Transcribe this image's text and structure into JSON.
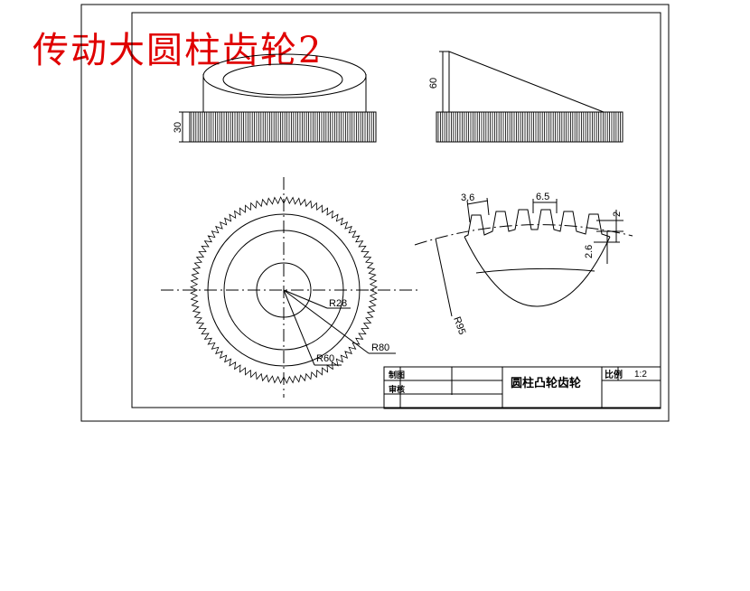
{
  "title": "传动大圆柱齿轮2",
  "labels": {
    "thickness": "30",
    "wedge_height": "60",
    "tooth_width": "3.6",
    "tooth_pitch": "6.5",
    "addendum": "2",
    "dedendum": "2.6",
    "pitch_radius": "R95",
    "bore_radius": "R28",
    "hub_radius": "R60",
    "rim_radius": "R80"
  },
  "title_block": {
    "drawn": "制图",
    "checked": "审核",
    "part_name": "圆柱凸轮齿轮",
    "scale_label": "比例",
    "scale": "1:2"
  },
  "colors": {
    "line": "#000000",
    "title": "#e00000",
    "background": "#ffffff"
  }
}
